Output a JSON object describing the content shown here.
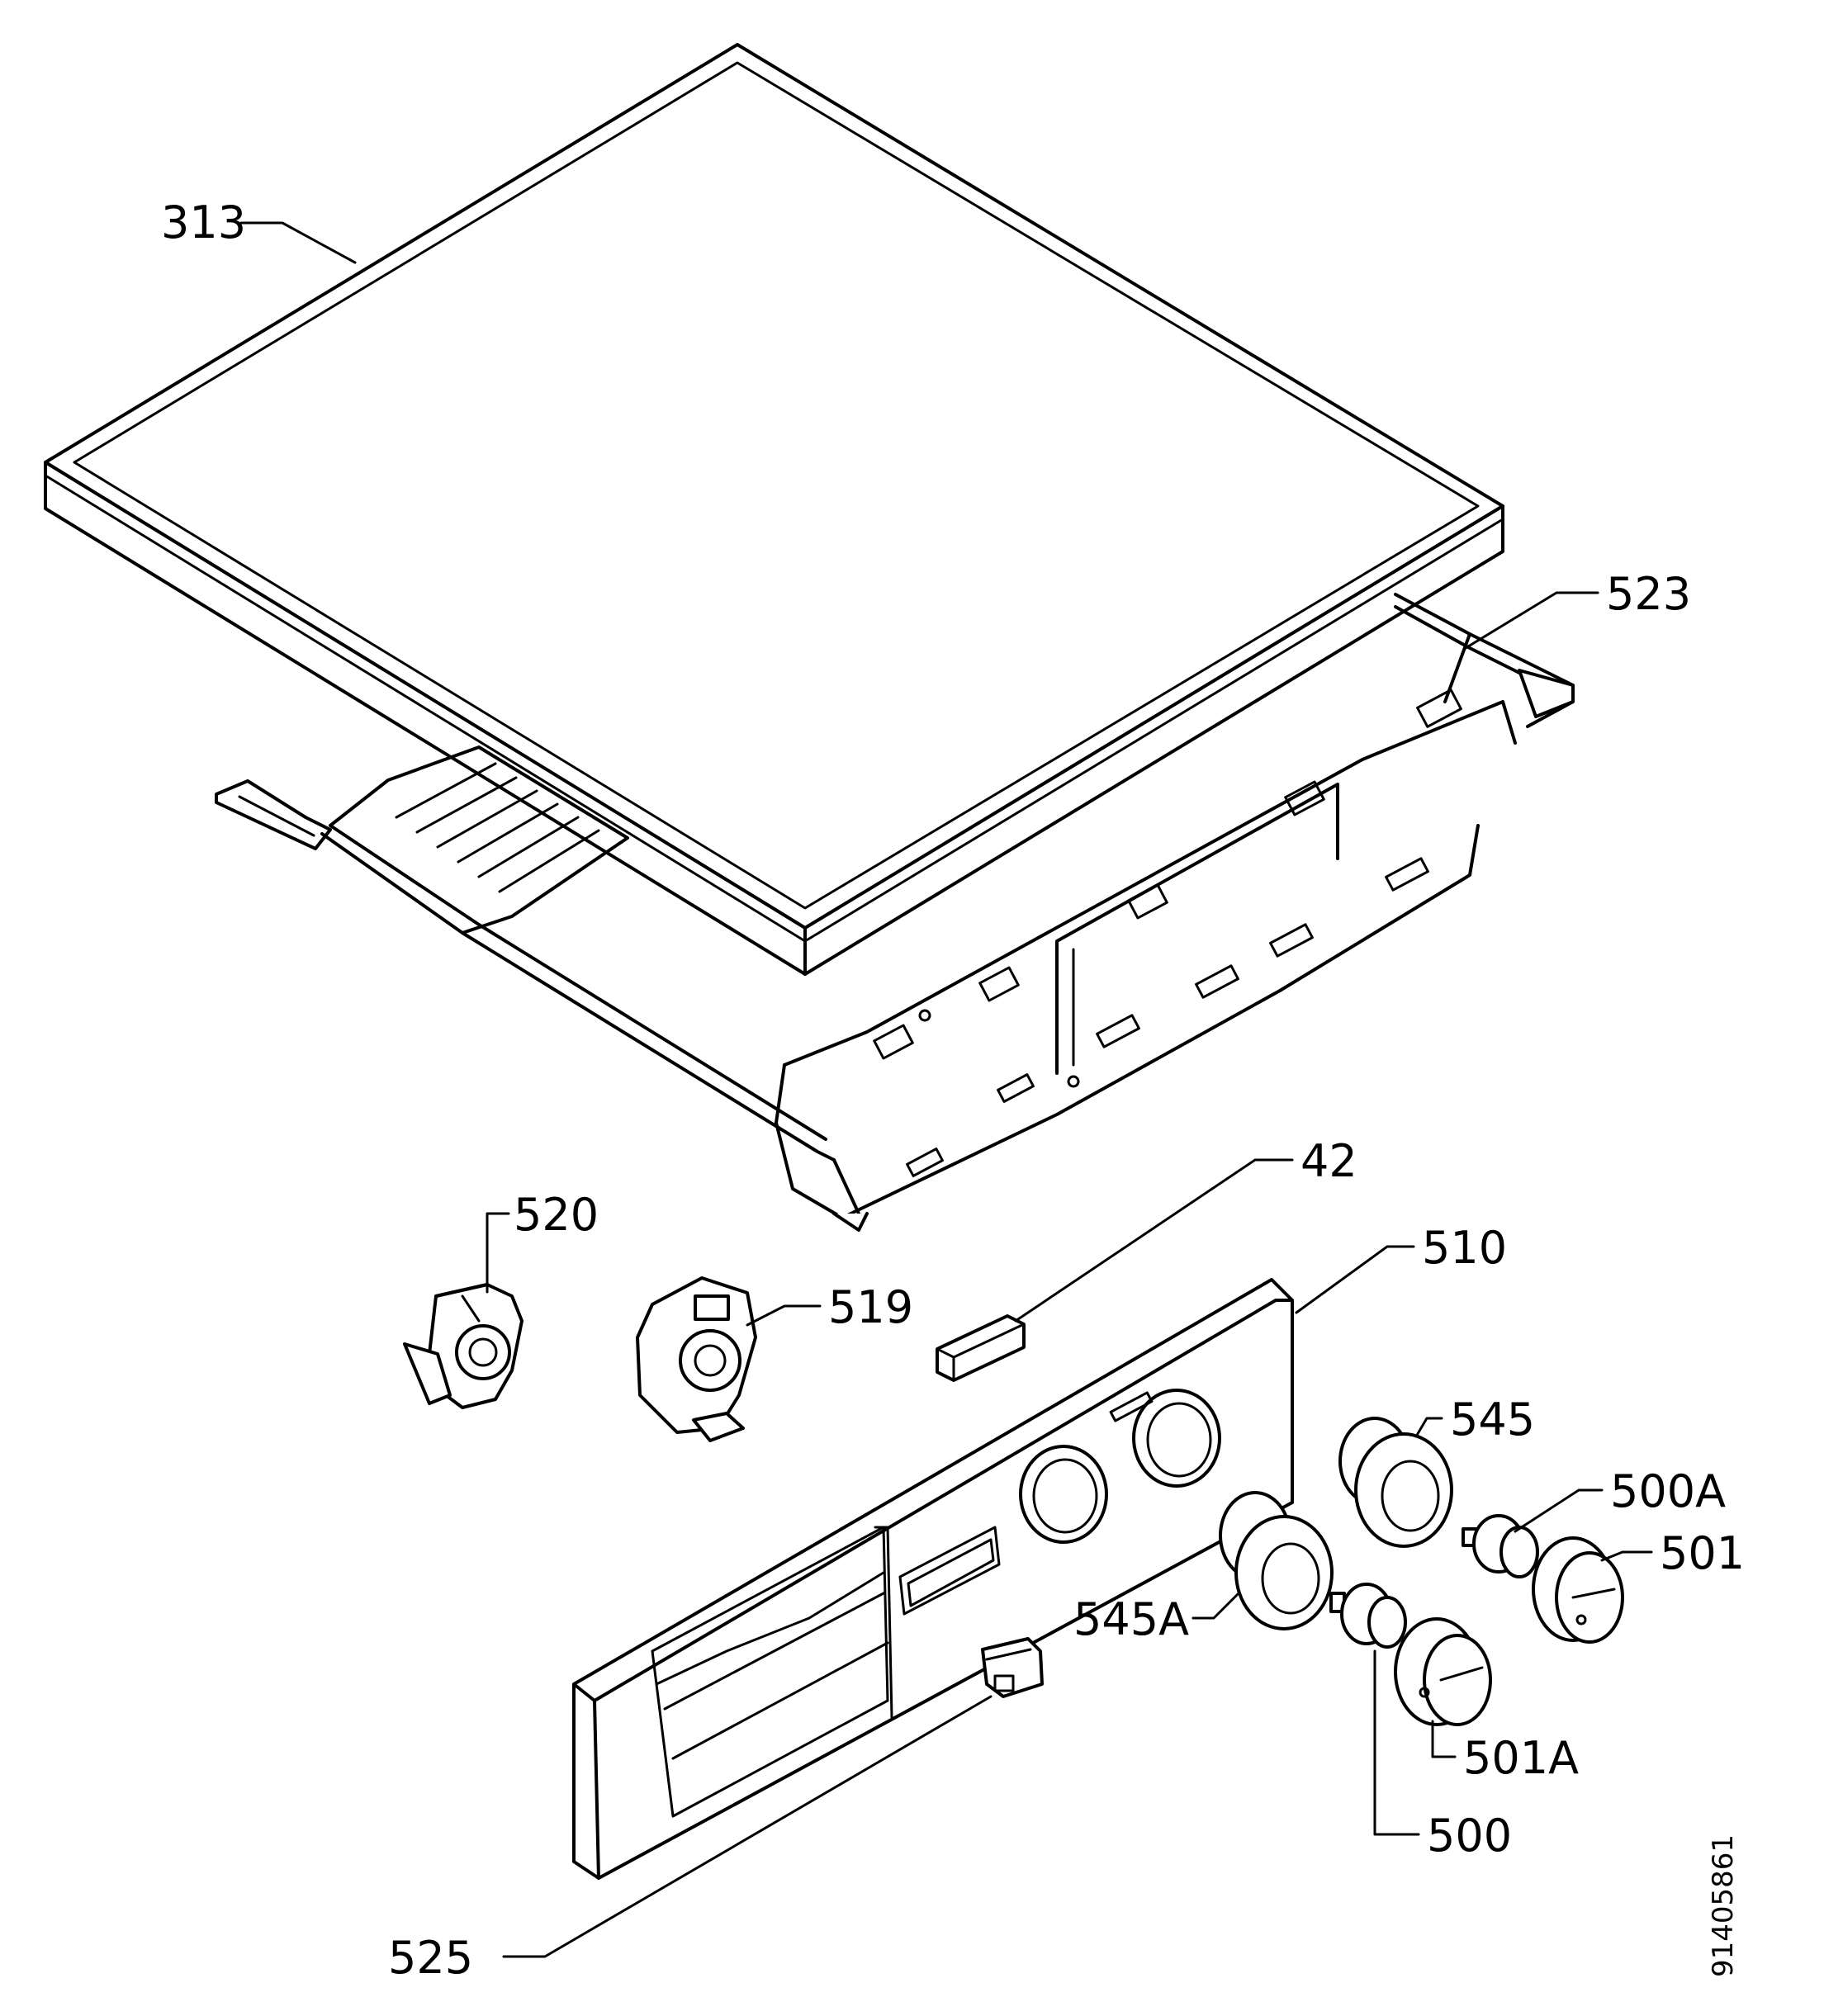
{
  "labels": {
    "p313": "313",
    "p523": "523",
    "p42": "42",
    "p520": "520",
    "p519": "519",
    "p510": "510",
    "p545": "545",
    "p500a": "500A",
    "p501": "501",
    "p545a": "545A",
    "p501a": "501A",
    "p500": "500",
    "p525": "525"
  },
  "doc_number": "91405861"
}
